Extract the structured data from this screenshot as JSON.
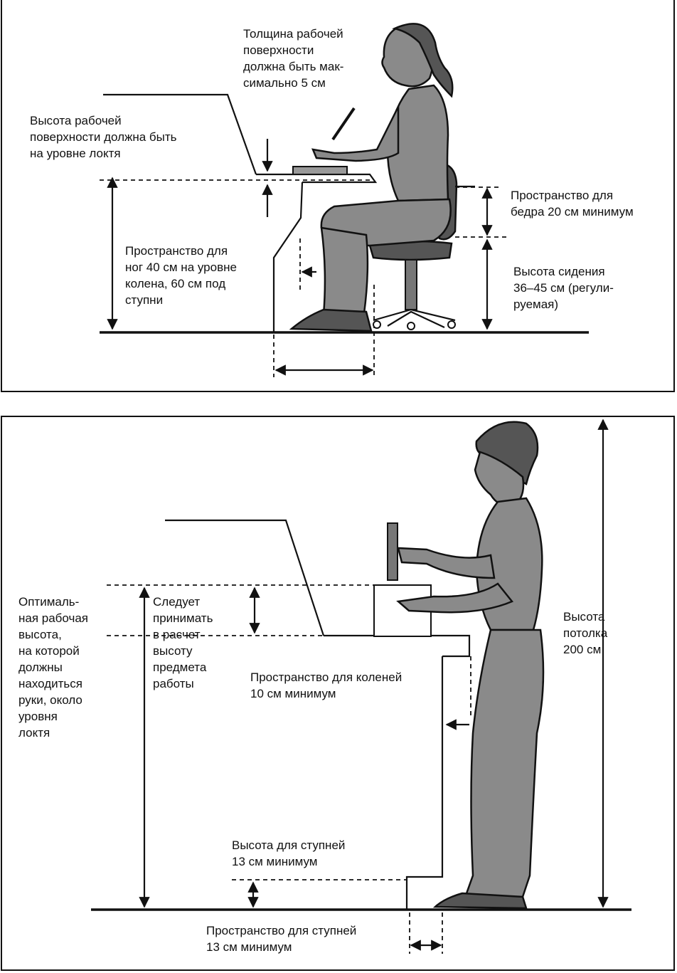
{
  "seated": {
    "thickness_label": "Толщина рабочей\nповерхности\nдолжна быть мак-\nсимально 5 см",
    "height_label": "Высота рабочей\nповерхности должна быть\nна уровне локтя",
    "legroom_label": "Пространство для\nног 40 см на уровне\nколена, 60 см под\nступни",
    "thigh_label": "Пространство для\nбедра 20 см минимум",
    "seat_label": "Высота сидения\n36–45 см (регули-\nруемая)"
  },
  "standing": {
    "optimal_label": "Оптималь-\nная рабочая\nвысота,\nна которой\nдолжны\nнаходиться\nруки, около\nуровня\nлоктя",
    "object_label": "Следует\nпринимать\nв расчет\nвысоту\nпредмета\nработы",
    "knee_label": "Пространство для коленей\n10 см минимум",
    "ceiling_label": "Высота\nпотолка\n200 см",
    "foot_height_label": "Высота для ступней\n13 см минимум",
    "foot_space_label": "Пространство для ступней\n13 см минимум"
  }
}
